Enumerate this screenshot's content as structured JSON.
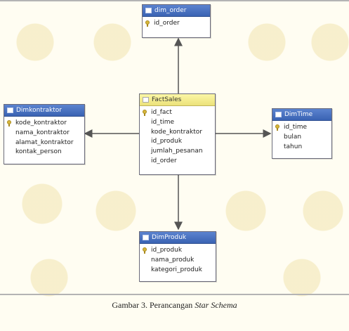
{
  "diagram": {
    "tables": {
      "dim_order": {
        "title": "dim_order",
        "fields": [
          {
            "name": "id_order",
            "key": true
          }
        ]
      },
      "fact_sales": {
        "title": "FactSales",
        "fields": [
          {
            "name": "id_fact",
            "key": true
          },
          {
            "name": "id_time",
            "key": false
          },
          {
            "name": "kode_kontraktor",
            "key": false
          },
          {
            "name": "id_produk",
            "key": false
          },
          {
            "name": "jumlah_pesanan",
            "key": false
          },
          {
            "name": "id_order",
            "key": false
          }
        ]
      },
      "dim_kontraktor": {
        "title": "Dimkontraktor",
        "fields": [
          {
            "name": "kode_kontraktor",
            "key": true
          },
          {
            "name": "nama_kontraktor",
            "key": false
          },
          {
            "name": "alamat_kontraktor",
            "key": false
          },
          {
            "name": "kontak_person",
            "key": false
          }
        ]
      },
      "dim_time": {
        "title": "DimTime",
        "fields": [
          {
            "name": "id_time",
            "key": true
          },
          {
            "name": "bulan",
            "key": false
          },
          {
            "name": "tahun",
            "key": false
          }
        ]
      },
      "dim_produk": {
        "title": "DimProduk",
        "fields": [
          {
            "name": "id_produk",
            "key": true
          },
          {
            "name": "nama_produk",
            "key": false
          },
          {
            "name": "kategori_produk",
            "key": false
          }
        ]
      }
    },
    "connections": [
      {
        "from": "fact_sales",
        "to": "dim_order"
      },
      {
        "from": "fact_sales",
        "to": "dim_kontraktor"
      },
      {
        "from": "fact_sales",
        "to": "dim_time"
      },
      {
        "from": "fact_sales",
        "to": "dim_produk"
      }
    ]
  },
  "caption": {
    "prefix": "Gambar 3. Perancangan ",
    "emphasis": "Star Schema"
  },
  "colors": {
    "dimension_header": "#4a73c2",
    "fact_header": "#f5ef92",
    "connector": "#555555",
    "key_icon": "#d7b73b"
  }
}
